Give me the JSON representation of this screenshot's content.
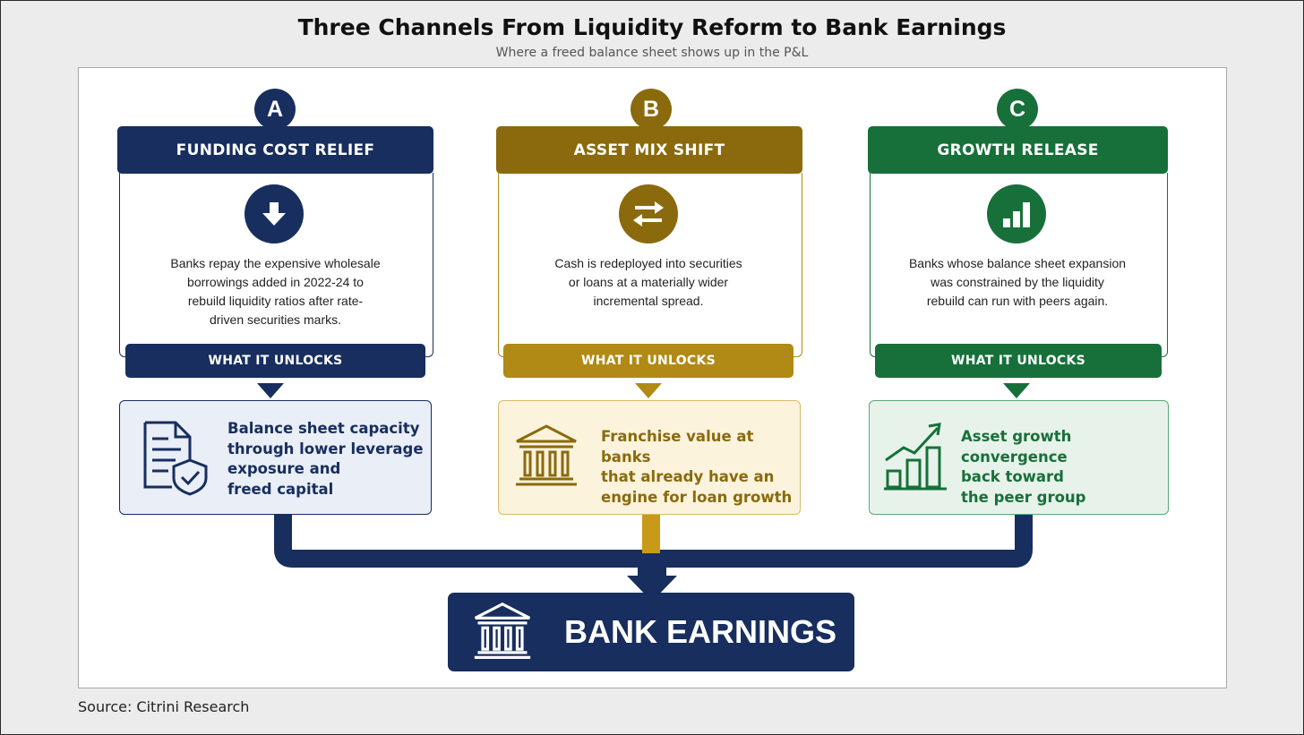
{
  "title": "Three Channels From Liquidity Reform to Bank Earnings",
  "subtitle": "Where a freed balance sheet shows up in the P&L",
  "source": "Source: Citrini Research",
  "colors": {
    "navy": "#172e5e",
    "gold": "#8a6a0c",
    "gold_light": "#c99a17",
    "green": "#17703a"
  },
  "channels": [
    {
      "letter": "A",
      "title": "FUNDING COST RELIEF",
      "icon": "arrow-down-icon",
      "description": [
        "Banks repay the expensive wholesale",
        "borrowings added in 2022-24 to",
        "rebuild liquidity ratios after rate-",
        "driven securities marks."
      ],
      "unlocks_label": "WHAT IT UNLOCKS",
      "outcome_icon": "document-shield-icon",
      "outcome": [
        "Balance sheet capacity",
        "through lower leverage",
        "exposure and",
        "freed capital"
      ]
    },
    {
      "letter": "B",
      "title": "ASSET MIX SHIFT",
      "icon": "swap-arrows-icon",
      "description": [
        "Cash is redeployed into securities",
        "or loans at a materially wider",
        "incremental spread."
      ],
      "unlocks_label": "WHAT IT UNLOCKS",
      "outcome_icon": "bank-building-icon",
      "outcome": [
        "Franchise value at banks",
        "that already have an",
        "engine for loan growth"
      ]
    },
    {
      "letter": "C",
      "title": "GROWTH RELEASE",
      "icon": "bar-chart-icon",
      "description": [
        "Banks whose balance sheet expansion",
        "was constrained by the liquidity",
        "rebuild can run with peers again."
      ],
      "unlocks_label": "WHAT IT UNLOCKS",
      "outcome_icon": "growth-chart-icon",
      "outcome": [
        "Asset growth convergence",
        "back toward",
        "the peer group"
      ]
    }
  ],
  "result": {
    "label": "BANK EARNINGS",
    "icon": "bank-building-icon"
  }
}
